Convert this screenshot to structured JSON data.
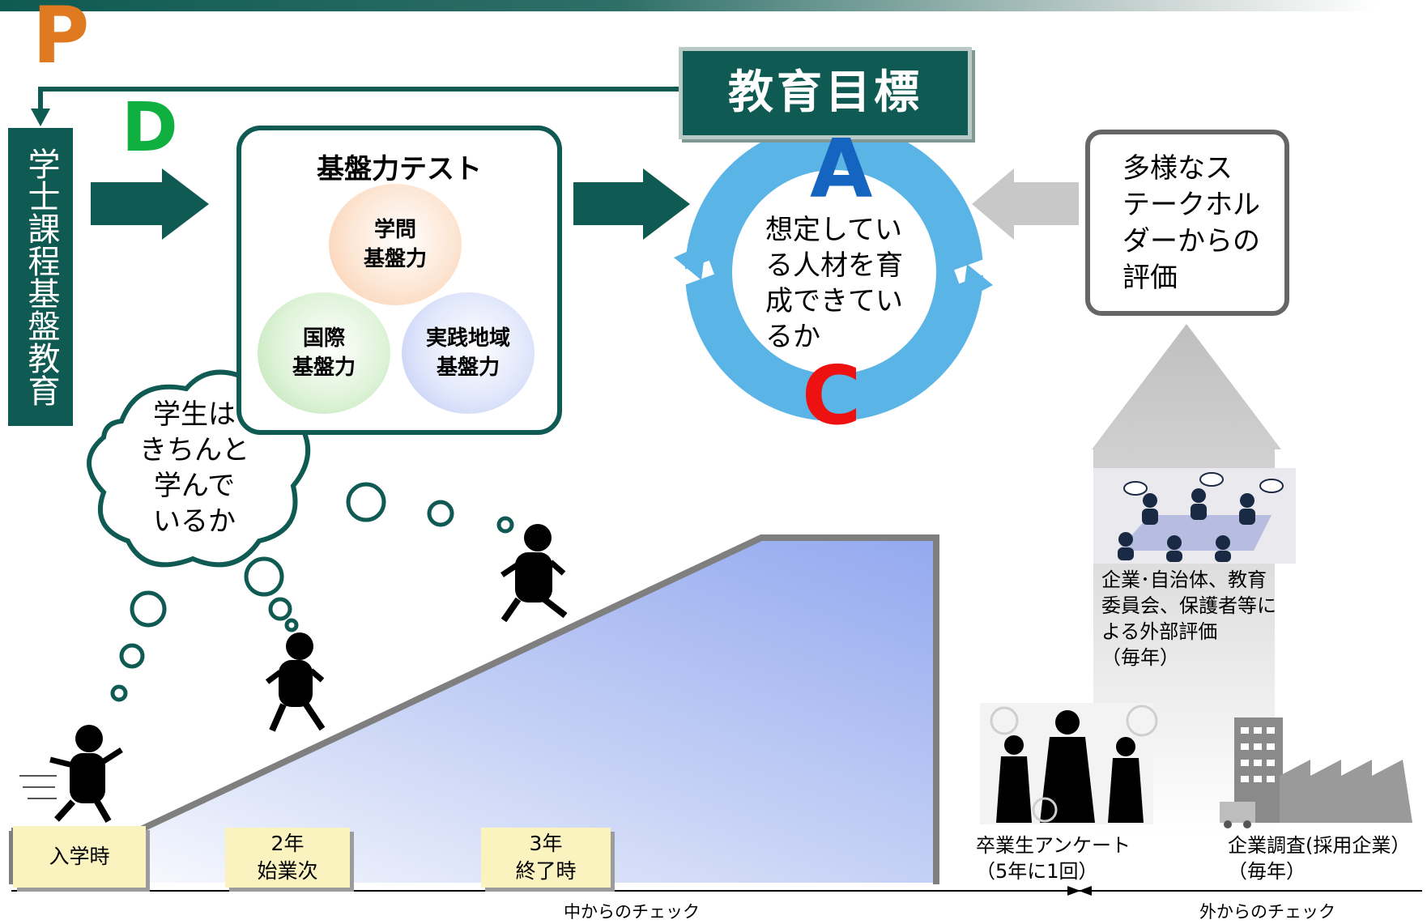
{
  "letters": {
    "p": "P",
    "d": "D",
    "a": "A",
    "c": "C"
  },
  "goal": "教育目標",
  "left_bar": "学士課程基盤教育",
  "test": {
    "title": "基盤力テスト",
    "circles": [
      {
        "line1": "学問",
        "line2": "基盤力",
        "color": "#f8c9a5"
      },
      {
        "line1": "国際",
        "line2": "基盤力",
        "color": "#b6e2ac"
      },
      {
        "line1": "実践地域",
        "line2": "基盤力",
        "color": "#b8c5f2"
      }
    ]
  },
  "cycle": {
    "lines": [
      "想定してい",
      "る人材を育",
      "成できてい",
      "るか"
    ]
  },
  "stakeholder": {
    "lines": [
      "多様なス",
      "テークホル",
      "ダーからの",
      "評価"
    ]
  },
  "thought": {
    "lines": [
      "学生は",
      "きちんと",
      "学んで",
      "いるか"
    ]
  },
  "stages": [
    {
      "line1": "入学時",
      "line2": ""
    },
    {
      "line1": "2年",
      "line2": "始業次"
    },
    {
      "line1": "3年",
      "line2": "終了時"
    }
  ],
  "external_eval": {
    "lines": [
      "企業･自治体、教育",
      "委員会、保護者等に",
      "よる外部評価",
      "（毎年）"
    ]
  },
  "graduate_survey": {
    "lines": [
      "卒業生アンケート",
      "（5年に1回）"
    ]
  },
  "company_survey": {
    "lines": [
      "企業調査(採用企業）",
      "（毎年）"
    ]
  },
  "axis": {
    "inner": "中からのチェック",
    "outer": "外からのチェック"
  },
  "colors": {
    "dark_green": "#0f5a52",
    "cycle_blue": "#5ab4e6",
    "ramp_blue": "#a0b5f0"
  }
}
